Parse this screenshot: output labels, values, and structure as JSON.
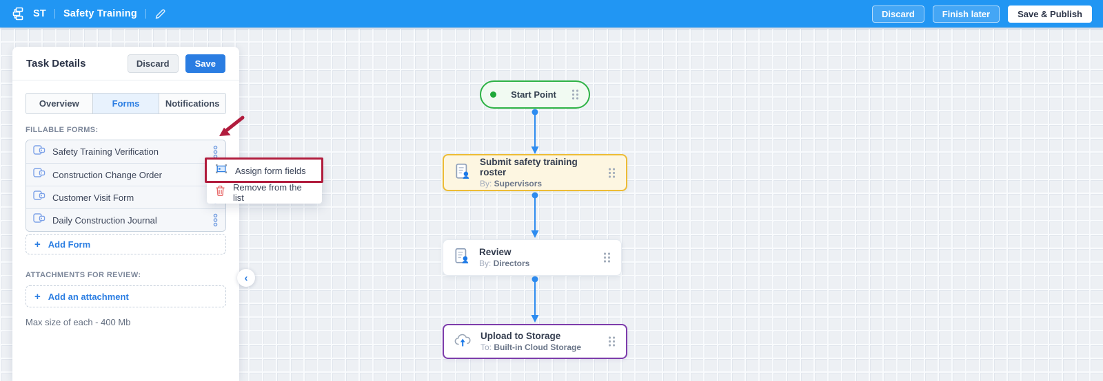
{
  "topbar": {
    "app_initials": "ST",
    "workflow_title": "Safety Training",
    "buttons": {
      "discard": "Discard",
      "finish_later": "Finish later",
      "save_publish": "Save & Publish"
    }
  },
  "panel": {
    "title": "Task Details",
    "buttons": {
      "discard": "Discard",
      "save": "Save"
    },
    "tabs": [
      {
        "label": "Overview",
        "active": false
      },
      {
        "label": "Forms",
        "active": true
      },
      {
        "label": "Notifications",
        "active": false
      }
    ],
    "fillable_forms_label": "FILLABLE FORMS:",
    "forms": [
      {
        "name": "Safety Training Verification",
        "icon": "form-icon"
      },
      {
        "name": "Construction Change Order",
        "icon": "form-icon"
      },
      {
        "name": "Customer Visit Form",
        "icon": "form-icon"
      },
      {
        "name": "Daily Construction Journal",
        "icon": "form-icon"
      }
    ],
    "add_form_label": "Add Form",
    "attachments_label": "ATTACHMENTS FOR REVIEW:",
    "add_attachment_label": "Add an attachment",
    "max_size_note": "Max size of each - 400 Mb"
  },
  "context_menu": {
    "items": [
      {
        "label": "Assign form fields",
        "icon": "assign-form-fields-icon",
        "annotated": true
      },
      {
        "label": "Remove from the list",
        "icon": "trash-icon",
        "annotated": false
      }
    ]
  },
  "flowchart": {
    "nodes": [
      {
        "label": "Start Point",
        "type": "start"
      },
      {
        "title": "Submit safety training roster",
        "meta_prefix": "By:",
        "meta_value": "Supervisors",
        "accent": "amber",
        "icon": "form-person-icon"
      },
      {
        "title": "Review",
        "meta_prefix": "By:",
        "meta_value": "Directors",
        "accent": "none",
        "icon": "form-person-icon"
      },
      {
        "title": "Upload to Storage",
        "meta_prefix": "To:",
        "meta_value": "Built-in Cloud Storage",
        "accent": "purple",
        "icon": "cloud-upload-icon"
      }
    ]
  },
  "colors": {
    "topbar_blue": "#2196f3",
    "primary_blue": "#2a7de2",
    "connector_blue": "#2e8cf0",
    "start_green": "#2db245",
    "amber": "#edbc35",
    "purple": "#7d3cab",
    "annotation_red": "#b11c3d"
  }
}
